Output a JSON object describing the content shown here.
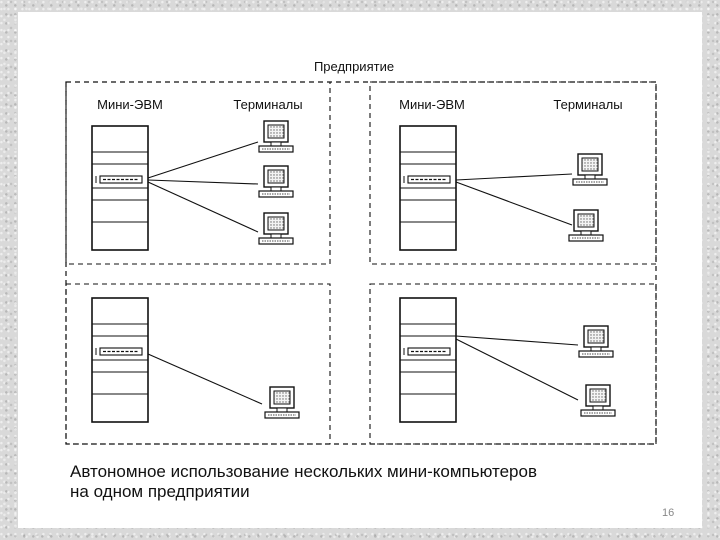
{
  "diagram": {
    "enterprise_label": "Предприятие",
    "quadrants": [
      {
        "minicomputer_label": "Мини-ЭВМ",
        "terminals_label": "Терминалы",
        "terminal_count": 3
      },
      {
        "minicomputer_label": "Мини-ЭВМ",
        "terminals_label": "Терминалы",
        "terminal_count": 2
      },
      {
        "minicomputer_label": "",
        "terminals_label": "",
        "terminal_count": 1
      },
      {
        "minicomputer_label": "",
        "terminals_label": "",
        "terminal_count": 2
      }
    ]
  },
  "caption": {
    "line1": "Автономное использование нескольких мини-компьютеров",
    "line2": "на одном предприятии"
  },
  "page_number": "16",
  "colors": {
    "ink": "#111111",
    "page": "#ffffff",
    "background": "#d9d9d9",
    "page_number": "#888888"
  }
}
